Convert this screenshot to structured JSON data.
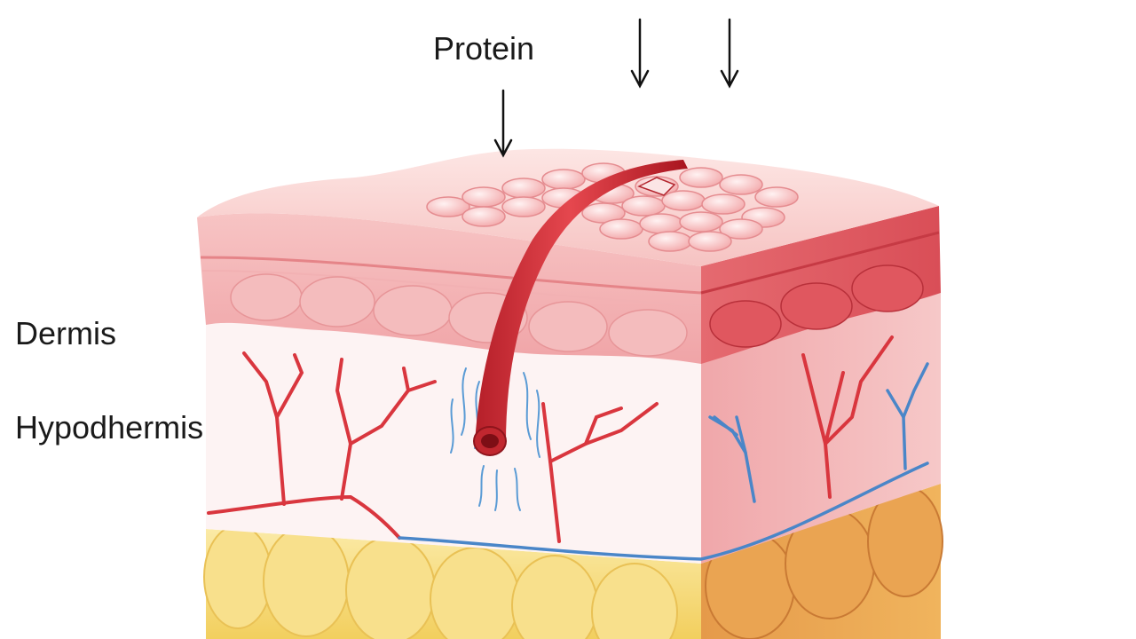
{
  "labels": {
    "protein": "Protein",
    "dermis": "Dermis",
    "hypodermis": "Hypodhermis"
  },
  "colors": {
    "epidermis_front": "#f3b3b5",
    "epidermis_side": "#e0666c",
    "dermis_front": "#fbeeee",
    "dermis_side": "#f2aeb0",
    "fat_front": "#f7e08a",
    "fat_side": "#e7a050",
    "artery": "#d9363e",
    "vein": "#4a86c8"
  },
  "icons": [
    "down-arrow-icon",
    "down-arrow-icon",
    "down-arrow-icon"
  ]
}
